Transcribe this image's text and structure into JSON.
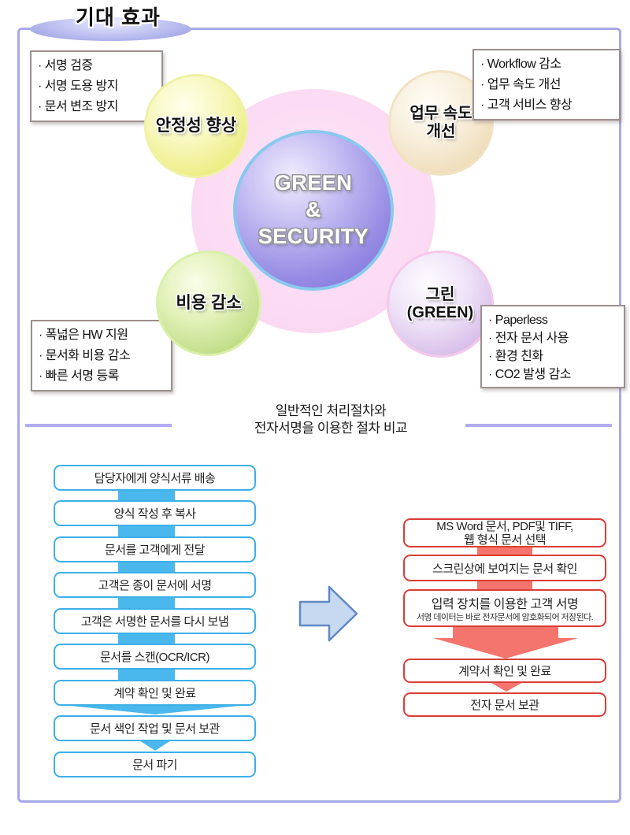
{
  "page_title": "기대 효과",
  "hub": {
    "line1": "GREEN",
    "line2": "&",
    "line3": "SECURITY"
  },
  "bubbles": {
    "stability": {
      "label": "안정성 향상",
      "points": [
        "· 서명 검증",
        "· 서명 도용 방지",
        "· 문서 변조 방지"
      ]
    },
    "speed": {
      "label_line1": "업무 속도",
      "label_line2": "개선",
      "points": [
        "· Workflow 감소",
        "· 업무 속도 개선",
        "· 고객 서비스 향상"
      ]
    },
    "cost": {
      "label": "비용 감소",
      "points": [
        "· 폭넓은 HW 지원",
        "· 문서화 비용 감소",
        "· 빠른 서명 등록"
      ]
    },
    "green": {
      "label_line1": "그린",
      "label_line2": "(GREEN)",
      "points": [
        "· Paperless",
        "· 전자 문서 사용",
        "· 환경 친화",
        "· CO2 발생 감소"
      ]
    }
  },
  "comparison": {
    "title_line1": "일반적인 처리절차와",
    "title_line2": "전자서명을 이용한 절차 비교",
    "left_steps": [
      "담당자에게 양식서류 배송",
      "양식 작성 후 복사",
      "문서를 고객에게 전달",
      "고객은 종이 문서에 서명",
      "고객은 서명한 문서를 다시 보냄",
      "문서를 스캔(OCR/ICR)",
      "계약 확인 및 완료",
      "문서 색인 작업 및 문서 보관",
      "문서 파기"
    ],
    "right_steps": [
      {
        "line1": "MS Word 문서, PDF및 TIFF,",
        "line2": "웹 형식 문서 선택"
      },
      {
        "line1": "스크린상에 보여지는 문서 확인"
      },
      {
        "line1": "입력 장치를 이용한 고객 서명",
        "sub": "서명 데이터는 바로 전자문서에 암호화되어 저장된다."
      },
      {
        "line1": "계약서 확인 및 완료"
      },
      {
        "line1": "전자 문서 보관"
      }
    ]
  },
  "colors": {
    "frame_border": "#a8a8e8",
    "separator_line": "#b2abf2",
    "blue_box_border": "#3cb0e8",
    "blue_connector": "#4bb8ed",
    "red_box_border": "#dc3c36",
    "red_connector": "#f4756e",
    "mid_arrow_fill": "#c7d9f0",
    "mid_arrow_stroke": "#6189c4",
    "hub_ring": "#89c9ee",
    "pink_glow": "#fbd8f2"
  }
}
